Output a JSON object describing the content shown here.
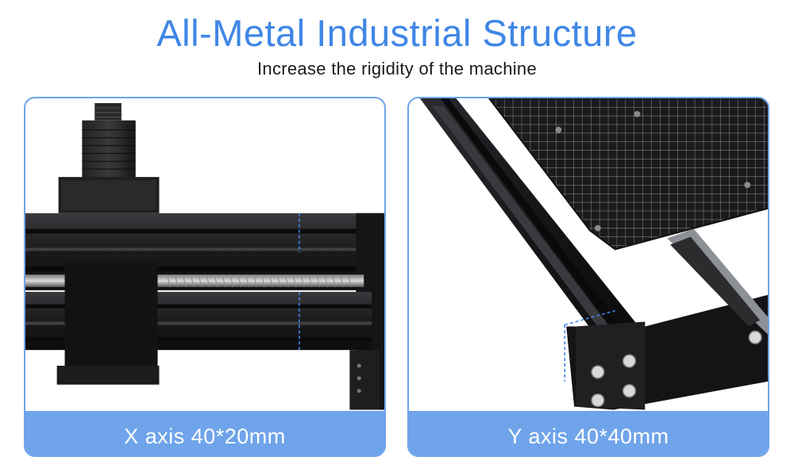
{
  "header": {
    "title": "All-Metal Industrial Structure",
    "subtitle": "Increase the rigidity of the machine"
  },
  "panels": [
    {
      "caption": "X axis 40*20mm"
    },
    {
      "caption": "Y axis 40*40mm"
    }
  ],
  "colors": {
    "accent": "#3f86e6",
    "panel_border": "#6fa4ea",
    "caption_bar": "#6fa4ea",
    "metal": "#1c1c1e",
    "guide_line": "#3f86e6"
  }
}
